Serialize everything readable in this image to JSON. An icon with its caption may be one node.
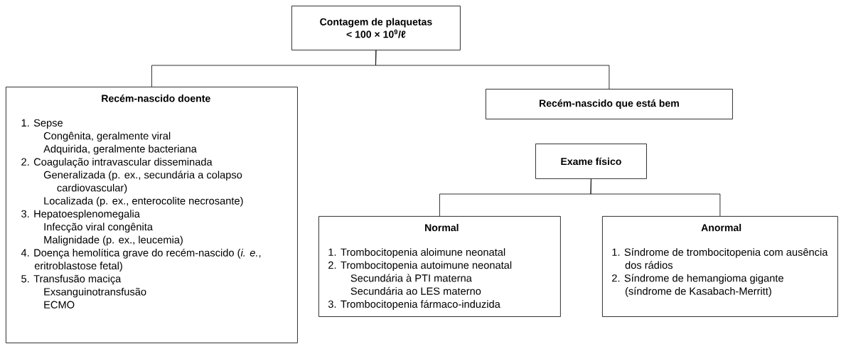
{
  "diagram": {
    "nodes": [
      {
        "text": [
          "Contagem de plaquetas < 100 × 10$^{9}$/ℓ"
        ]
      },
      {
        "text": [
          "Recém-nascido doente",
          "1. Sepse",
          "Congênita, geralmente viral",
          "Adquirida, geralmente bacteriana",
          "2. Coagulação intravascular disseminada",
          "Generalizada (p. ex., secundária a colapso cardiovascular)",
          "Localizada (p. ex., enterocolite necrosante)",
          "3. Hepatoesplenomegalia",
          "Infecção viral congênita",
          "Malignidade (p. ex., leucemia)",
          "4. Doença hemolítica grave do recém-nascido (*i. e.*, eritroblastose fetal)",
          "5. Transfusão maciça",
          "Exsanguinotransfusão",
          "ECMO"
        ]
      },
      {
        "text": [
          "Recém-nascido que está bem"
        ]
      },
      {
        "text": [
          "Exame físico"
        ]
      },
      {
        "text": [
          "Normal",
          "1. Trombocitopenia aloimune neonatal",
          "2. Trombocitopenia autoimune neonatal",
          "Secundária à PTI materna",
          "Secundária ao LES materno",
          "3. Trombocitopenia fármaco-induzida"
        ]
      },
      {
        "text": [
          "Anormal",
          "1. Síndrome de trombocitopenia com ausência dos rádios",
          "2. Síndrome de hemangioma gigante (síndrome de Kasabach-Merritt)"
        ]
      }
    ],
    "edges": [
      {
        "from": 0,
        "to": 1,
        "arrow": "none"
      },
      {
        "from": 0,
        "to": 2,
        "arrow": "none"
      },
      {
        "from": 3,
        "to": 4,
        "arrow": "none"
      },
      {
        "from": 3,
        "to": 5,
        "arrow": "none"
      }
    ]
  }
}
